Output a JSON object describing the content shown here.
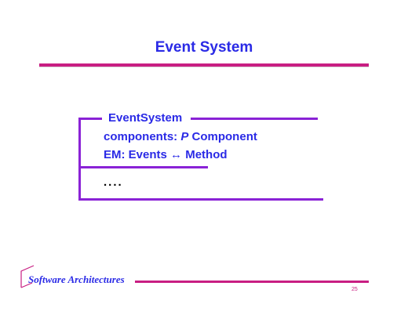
{
  "slide": {
    "title": "Event System"
  },
  "schema": {
    "name": "EventSystem",
    "decl1_prefix": "components: ",
    "decl1_symbol": "P",
    "decl1_suffix": " Component",
    "decl2_prefix": "EM: Events ",
    "decl2_arrow": "↔",
    "decl2_suffix": " Method",
    "predicate": "...."
  },
  "footer": {
    "label": "Software Architectures",
    "page_number": "25"
  },
  "colors": {
    "title_blue": "#2a2ae6",
    "rule_magenta": "#c81e82",
    "schema_purple": "#8a22d6"
  }
}
